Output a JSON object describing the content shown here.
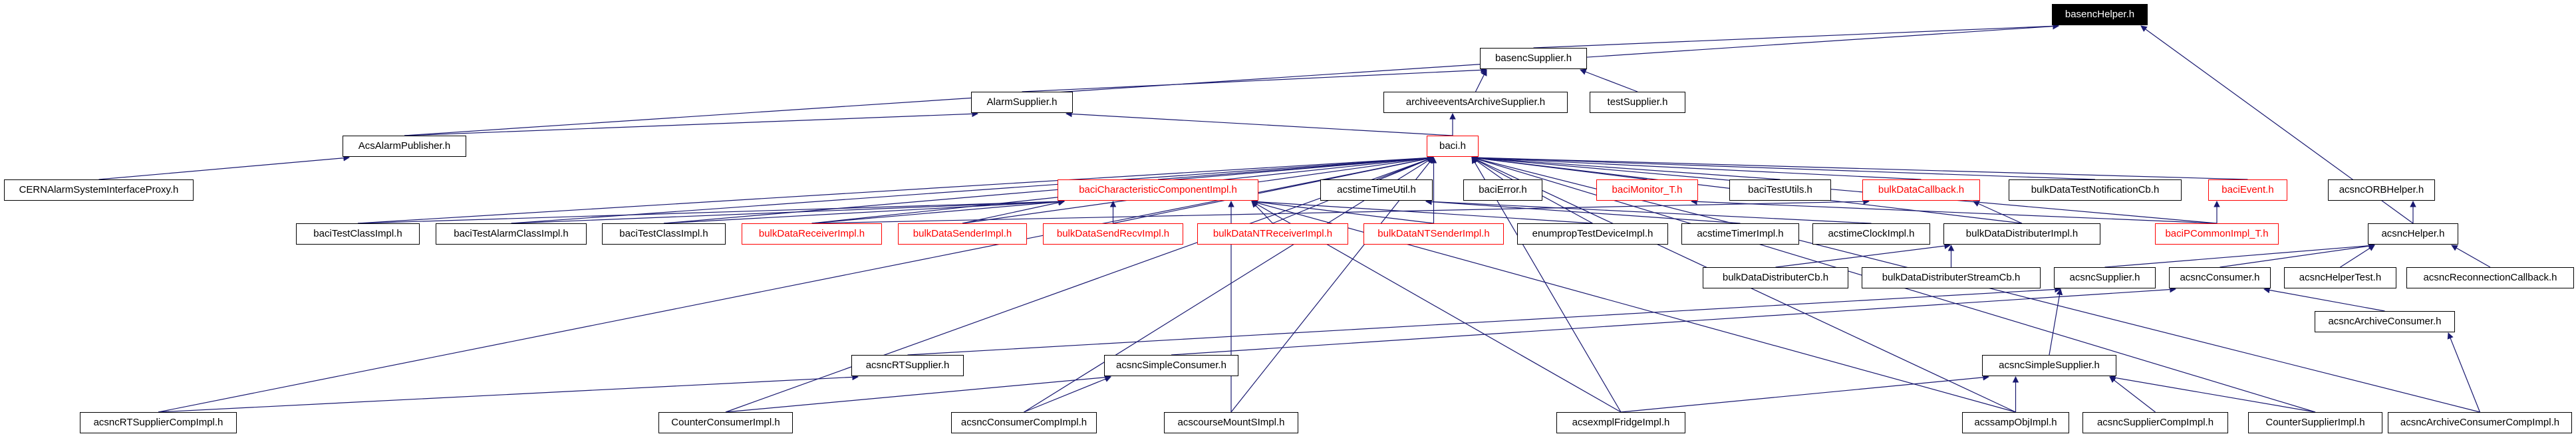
{
  "diagram": {
    "type": "doxygen-include-dependency-graph",
    "root": "basencHelper.h",
    "colors": {
      "edge": "#191970",
      "node_border": "#000000",
      "node_fill": "#ffffff",
      "truncated": "#ff0000",
      "root_fill": "#000000",
      "root_text": "#ffffff"
    },
    "nodes": [
      {
        "id": "basencHelper",
        "label": "basencHelper.h",
        "style": "root"
      },
      {
        "id": "basencSupplier",
        "label": "basencSupplier.h",
        "style": "normal"
      },
      {
        "id": "AlarmSupplier",
        "label": "AlarmSupplier.h",
        "style": "normal"
      },
      {
        "id": "archiveeventsArchiveSupplier",
        "label": "archiveeventsArchiveSupplier.h",
        "style": "normal"
      },
      {
        "id": "testSupplier",
        "label": "testSupplier.h",
        "style": "normal"
      },
      {
        "id": "AcsAlarmPublisher",
        "label": "AcsAlarmPublisher.h",
        "style": "normal"
      },
      {
        "id": "baci",
        "label": "baci.h",
        "style": "hot"
      },
      {
        "id": "CERNAlarmSystemInterfaceProxy",
        "label": "CERNAlarmSystemInterfaceProxy.h",
        "style": "normal"
      },
      {
        "id": "baciCharacteristicComponentImpl",
        "label": "baciCharacteristicComponentImpl.h",
        "style": "truncated"
      },
      {
        "id": "acstimeTimeUtil",
        "label": "acstimeTimeUtil.h",
        "style": "normal"
      },
      {
        "id": "baciError",
        "label": "baciError.h",
        "style": "normal"
      },
      {
        "id": "baciMonitor_T",
        "label": "baciMonitor_T.h",
        "style": "truncated"
      },
      {
        "id": "baciTestUtils",
        "label": "baciTestUtils.h",
        "style": "normal"
      },
      {
        "id": "bulkDataCallback",
        "label": "bulkDataCallback.h",
        "style": "truncated"
      },
      {
        "id": "bulkDataTestNotificationCb",
        "label": "bulkDataTestNotificationCb.h",
        "style": "normal"
      },
      {
        "id": "baciEvent",
        "label": "baciEvent.h",
        "style": "truncated"
      },
      {
        "id": "acsncORBHelper",
        "label": "acsncORBHelper.h",
        "style": "normal"
      },
      {
        "id": "baciTestClassImpl1",
        "label": "baciTestClassImpl.h",
        "style": "normal"
      },
      {
        "id": "baciTestAlarmClassImpl",
        "label": "baciTestAlarmClassImpl.h",
        "style": "normal"
      },
      {
        "id": "baciTestClassImpl2",
        "label": "baciTestClassImpl.h",
        "style": "normal"
      },
      {
        "id": "bulkDataReceiverImpl",
        "label": "bulkDataReceiverImpl.h",
        "style": "truncated"
      },
      {
        "id": "bulkDataSenderImpl",
        "label": "bulkDataSenderImpl.h",
        "style": "truncated"
      },
      {
        "id": "bulkDataSendRecvImpl",
        "label": "bulkDataSendRecvImpl.h",
        "style": "truncated"
      },
      {
        "id": "bulkDataNTReceiverImpl",
        "label": "bulkDataNTReceiverImpl.h",
        "style": "truncated"
      },
      {
        "id": "bulkDataNTSenderImpl",
        "label": "bulkDataNTSenderImpl.h",
        "style": "truncated"
      },
      {
        "id": "enumpropTestDeviceImpl",
        "label": "enumpropTestDeviceImpl.h",
        "style": "normal"
      },
      {
        "id": "acstimeTimerImpl",
        "label": "acstimeTimerImpl.h",
        "style": "normal"
      },
      {
        "id": "acstimeClockImpl",
        "label": "acstimeClockImpl.h",
        "style": "normal"
      },
      {
        "id": "bulkDataDistributerImpl",
        "label": "bulkDataDistributerImpl.h",
        "style": "normal"
      },
      {
        "id": "baciPCommonImpl_T",
        "label": "baciPCommonImpl_T.h",
        "style": "truncated"
      },
      {
        "id": "acsncHelper",
        "label": "acsncHelper.h",
        "style": "normal"
      },
      {
        "id": "bulkDataDistributerCb",
        "label": "bulkDataDistributerCb.h",
        "style": "normal"
      },
      {
        "id": "bulkDataDistributerStreamCb",
        "label": "bulkDataDistributerStreamCb.h",
        "style": "normal"
      },
      {
        "id": "acsncSupplier",
        "label": "acsncSupplier.h",
        "style": "normal"
      },
      {
        "id": "acsncConsumer",
        "label": "acsncConsumer.h",
        "style": "normal"
      },
      {
        "id": "acsncHelperTest",
        "label": "acsncHelperTest.h",
        "style": "normal"
      },
      {
        "id": "acsncReconnectionCallback",
        "label": "acsncReconnectionCallback.h",
        "style": "normal"
      },
      {
        "id": "acsncArchiveConsumer",
        "label": "acsncArchiveConsumer.h",
        "style": "normal"
      },
      {
        "id": "acsncRTSupplier",
        "label": "acsncRTSupplier.h",
        "style": "normal"
      },
      {
        "id": "acsncSimpleConsumer",
        "label": "acsncSimpleConsumer.h",
        "style": "normal"
      },
      {
        "id": "acsncSimpleSupplier",
        "label": "acsncSimpleSupplier.h",
        "style": "normal"
      },
      {
        "id": "acsncRTSupplierCompImpl",
        "label": "acsncRTSupplierCompImpl.h",
        "style": "normal"
      },
      {
        "id": "CounterConsumerImpl",
        "label": "CounterConsumerImpl.h",
        "style": "normal"
      },
      {
        "id": "acsncConsumerCompImpl",
        "label": "acsncConsumerCompImpl.h",
        "style": "normal"
      },
      {
        "id": "acscourseMountSImpl",
        "label": "acscourseMountSImpl.h",
        "style": "normal"
      },
      {
        "id": "acsexmplFridgeImpl",
        "label": "acsexmplFridgeImpl.h",
        "style": "normal"
      },
      {
        "id": "acssampObjImpl",
        "label": "acssampObjImpl.h",
        "style": "normal"
      },
      {
        "id": "acsncSupplierCompImpl",
        "label": "acsncSupplierCompImpl.h",
        "style": "normal"
      },
      {
        "id": "CounterSupplierImpl",
        "label": "CounterSupplierImpl.h",
        "style": "normal"
      },
      {
        "id": "acsncArchiveConsumerCompImpl",
        "label": "acsncArchiveConsumerCompImpl.h",
        "style": "normal"
      }
    ],
    "edges": [
      {
        "from": "basencSupplier",
        "to": "basencHelper"
      },
      {
        "from": "AlarmSupplier",
        "to": "basencSupplier"
      },
      {
        "from": "archiveeventsArchiveSupplier",
        "to": "basencSupplier"
      },
      {
        "from": "testSupplier",
        "to": "basencSupplier"
      },
      {
        "from": "AcsAlarmPublisher",
        "to": "AlarmSupplier"
      },
      {
        "from": "AcsAlarmPublisher",
        "to": "basencHelper"
      },
      {
        "from": "CERNAlarmSystemInterfaceProxy",
        "to": "AcsAlarmPublisher"
      },
      {
        "from": "baci",
        "to": "archiveeventsArchiveSupplier"
      },
      {
        "from": "baci",
        "to": "AlarmSupplier"
      },
      {
        "from": "baciCharacteristicComponentImpl",
        "to": "baci"
      },
      {
        "from": "acstimeTimeUtil",
        "to": "baci"
      },
      {
        "from": "baciError",
        "to": "baci"
      },
      {
        "from": "baciMonitor_T",
        "to": "baci"
      },
      {
        "from": "baciTestUtils",
        "to": "baci"
      },
      {
        "from": "bulkDataCallback",
        "to": "baci"
      },
      {
        "from": "bulkDataTestNotificationCb",
        "to": "baci"
      },
      {
        "from": "baciEvent",
        "to": "baci"
      },
      {
        "from": "baciPCommonImpl_T",
        "to": "baci"
      },
      {
        "from": "baciPCommonImpl_T",
        "to": "baciEvent"
      },
      {
        "from": "baciPCommonImpl_T",
        "to": "baciMonitor_T"
      },
      {
        "from": "enumpropTestDeviceImpl",
        "to": "baci"
      },
      {
        "from": "enumpropTestDeviceImpl",
        "to": "baciCharacteristicComponentImpl"
      },
      {
        "from": "acstimeTimerImpl",
        "to": "acstimeTimeUtil"
      },
      {
        "from": "acstimeClockImpl",
        "to": "acstimeTimeUtil"
      },
      {
        "from": "bulkDataDistributerImpl",
        "to": "baci"
      },
      {
        "from": "bulkDataDistributerImpl",
        "to": "bulkDataCallback"
      },
      {
        "from": "baciTestClassImpl1",
        "to": "baciCharacteristicComponentImpl"
      },
      {
        "from": "baciTestClassImpl1",
        "to": "baci"
      },
      {
        "from": "baciTestAlarmClassImpl",
        "to": "baciCharacteristicComponentImpl"
      },
      {
        "from": "baciTestAlarmClassImpl",
        "to": "baci"
      },
      {
        "from": "baciTestClassImpl2",
        "to": "baciCharacteristicComponentImpl"
      },
      {
        "from": "baciTestClassImpl2",
        "to": "baci"
      },
      {
        "from": "bulkDataReceiverImpl",
        "to": "baciCharacteristicComponentImpl"
      },
      {
        "from": "bulkDataReceiverImpl",
        "to": "baci"
      },
      {
        "from": "bulkDataReceiverImpl",
        "to": "bulkDataCallback"
      },
      {
        "from": "bulkDataSenderImpl",
        "to": "baciCharacteristicComponentImpl"
      },
      {
        "from": "bulkDataSenderImpl",
        "to": "baci"
      },
      {
        "from": "bulkDataSendRecvImpl",
        "to": "baciCharacteristicComponentImpl"
      },
      {
        "from": "bulkDataSendRecvImpl",
        "to": "baci"
      },
      {
        "from": "bulkDataNTReceiverImpl",
        "to": "baciCharacteristicComponentImpl"
      },
      {
        "from": "bulkDataNTReceiverImpl",
        "to": "baci"
      },
      {
        "from": "bulkDataNTSenderImpl",
        "to": "baciCharacteristicComponentImpl"
      },
      {
        "from": "bulkDataNTSenderImpl",
        "to": "baci"
      },
      {
        "from": "bulkDataDistributerCb",
        "to": "bulkDataDistributerImpl"
      },
      {
        "from": "bulkDataDistributerStreamCb",
        "to": "bulkDataDistributerImpl"
      },
      {
        "from": "acsncHelper",
        "to": "acsncORBHelper"
      },
      {
        "from": "acsncHelper",
        "to": "basencHelper"
      },
      {
        "from": "acsncSupplier",
        "to": "acsncHelper"
      },
      {
        "from": "acsncConsumer",
        "to": "acsncHelper"
      },
      {
        "from": "acsncHelperTest",
        "to": "acsncHelper"
      },
      {
        "from": "acsncReconnectionCallback",
        "to": "acsncHelper"
      },
      {
        "from": "acsncArchiveConsumer",
        "to": "acsncConsumer"
      },
      {
        "from": "acsncSimpleConsumer",
        "to": "acsncConsumer"
      },
      {
        "from": "acsncRTSupplier",
        "to": "acsncSupplier"
      },
      {
        "from": "acsncSimpleSupplier",
        "to": "acsncSupplier"
      },
      {
        "from": "acsncRTSupplierCompImpl",
        "to": "acsncRTSupplier"
      },
      {
        "from": "acsncRTSupplierCompImpl",
        "to": "baci"
      },
      {
        "from": "CounterConsumerImpl",
        "to": "acsncSimpleConsumer"
      },
      {
        "from": "CounterConsumerImpl",
        "to": "baci"
      },
      {
        "from": "acsncConsumerCompImpl",
        "to": "acsncSimpleConsumer"
      },
      {
        "from": "acsncConsumerCompImpl",
        "to": "baci"
      },
      {
        "from": "acscourseMountSImpl",
        "to": "baciCharacteristicComponentImpl"
      },
      {
        "from": "acscourseMountSImpl",
        "to": "baci"
      },
      {
        "from": "acsexmplFridgeImpl",
        "to": "baciCharacteristicComponentImpl"
      },
      {
        "from": "acsexmplFridgeImpl",
        "to": "baci"
      },
      {
        "from": "acsexmplFridgeImpl",
        "to": "acsncSimpleSupplier"
      },
      {
        "from": "acssampObjImpl",
        "to": "baciCharacteristicComponentImpl"
      },
      {
        "from": "acssampObjImpl",
        "to": "baci"
      },
      {
        "from": "acssampObjImpl",
        "to": "acsncSimpleSupplier"
      },
      {
        "from": "acsncSupplierCompImpl",
        "to": "acsncSimpleSupplier"
      },
      {
        "from": "CounterSupplierImpl",
        "to": "acsncSimpleSupplier"
      },
      {
        "from": "CounterSupplierImpl",
        "to": "baci"
      },
      {
        "from": "acsncArchiveConsumerCompImpl",
        "to": "acsncArchiveConsumer"
      },
      {
        "from": "acsncArchiveConsumerCompImpl",
        "to": "baci"
      }
    ]
  }
}
